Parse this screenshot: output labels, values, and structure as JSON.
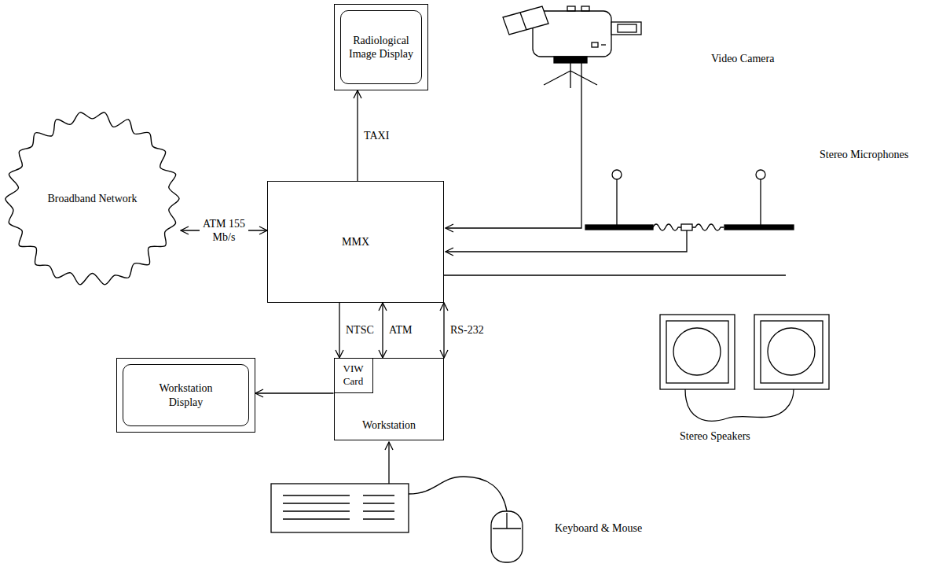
{
  "diagram": {
    "nodes": [
      {
        "text": [
          "Radiological Image Display"
        ]
      },
      {
        "text": [
          "Broadband Network"
        ]
      },
      {
        "text": [
          "MMX"
        ]
      },
      {
        "text": [
          "Workstation"
        ]
      },
      {
        "text": [
          "VIW Card"
        ],
        "in": 3
      },
      {
        "text": [
          "Workstation Display"
        ]
      }
    ],
    "edges": [
      {
        "from": 2,
        "to": 0,
        "arrow": "to",
        "label": "TAXI"
      },
      {
        "from": 1,
        "to": 2,
        "arrow": "both",
        "label": "ATM 155 Mb/s"
      },
      {
        "from": 2,
        "to": 3,
        "arrow": "to",
        "label": "NTSC"
      },
      {
        "from": 2,
        "to": 3,
        "arrow": "both",
        "label": "ATM"
      },
      {
        "from": 2,
        "to": 3,
        "arrow": "both",
        "label": "RS-232"
      },
      {
        "from": 4,
        "to": 5,
        "arrow": "to"
      }
    ],
    "labels": [
      "Video Camera",
      "Stereo Microphones",
      "Stereo Speakers",
      "Keyboard & Mouse"
    ]
  }
}
